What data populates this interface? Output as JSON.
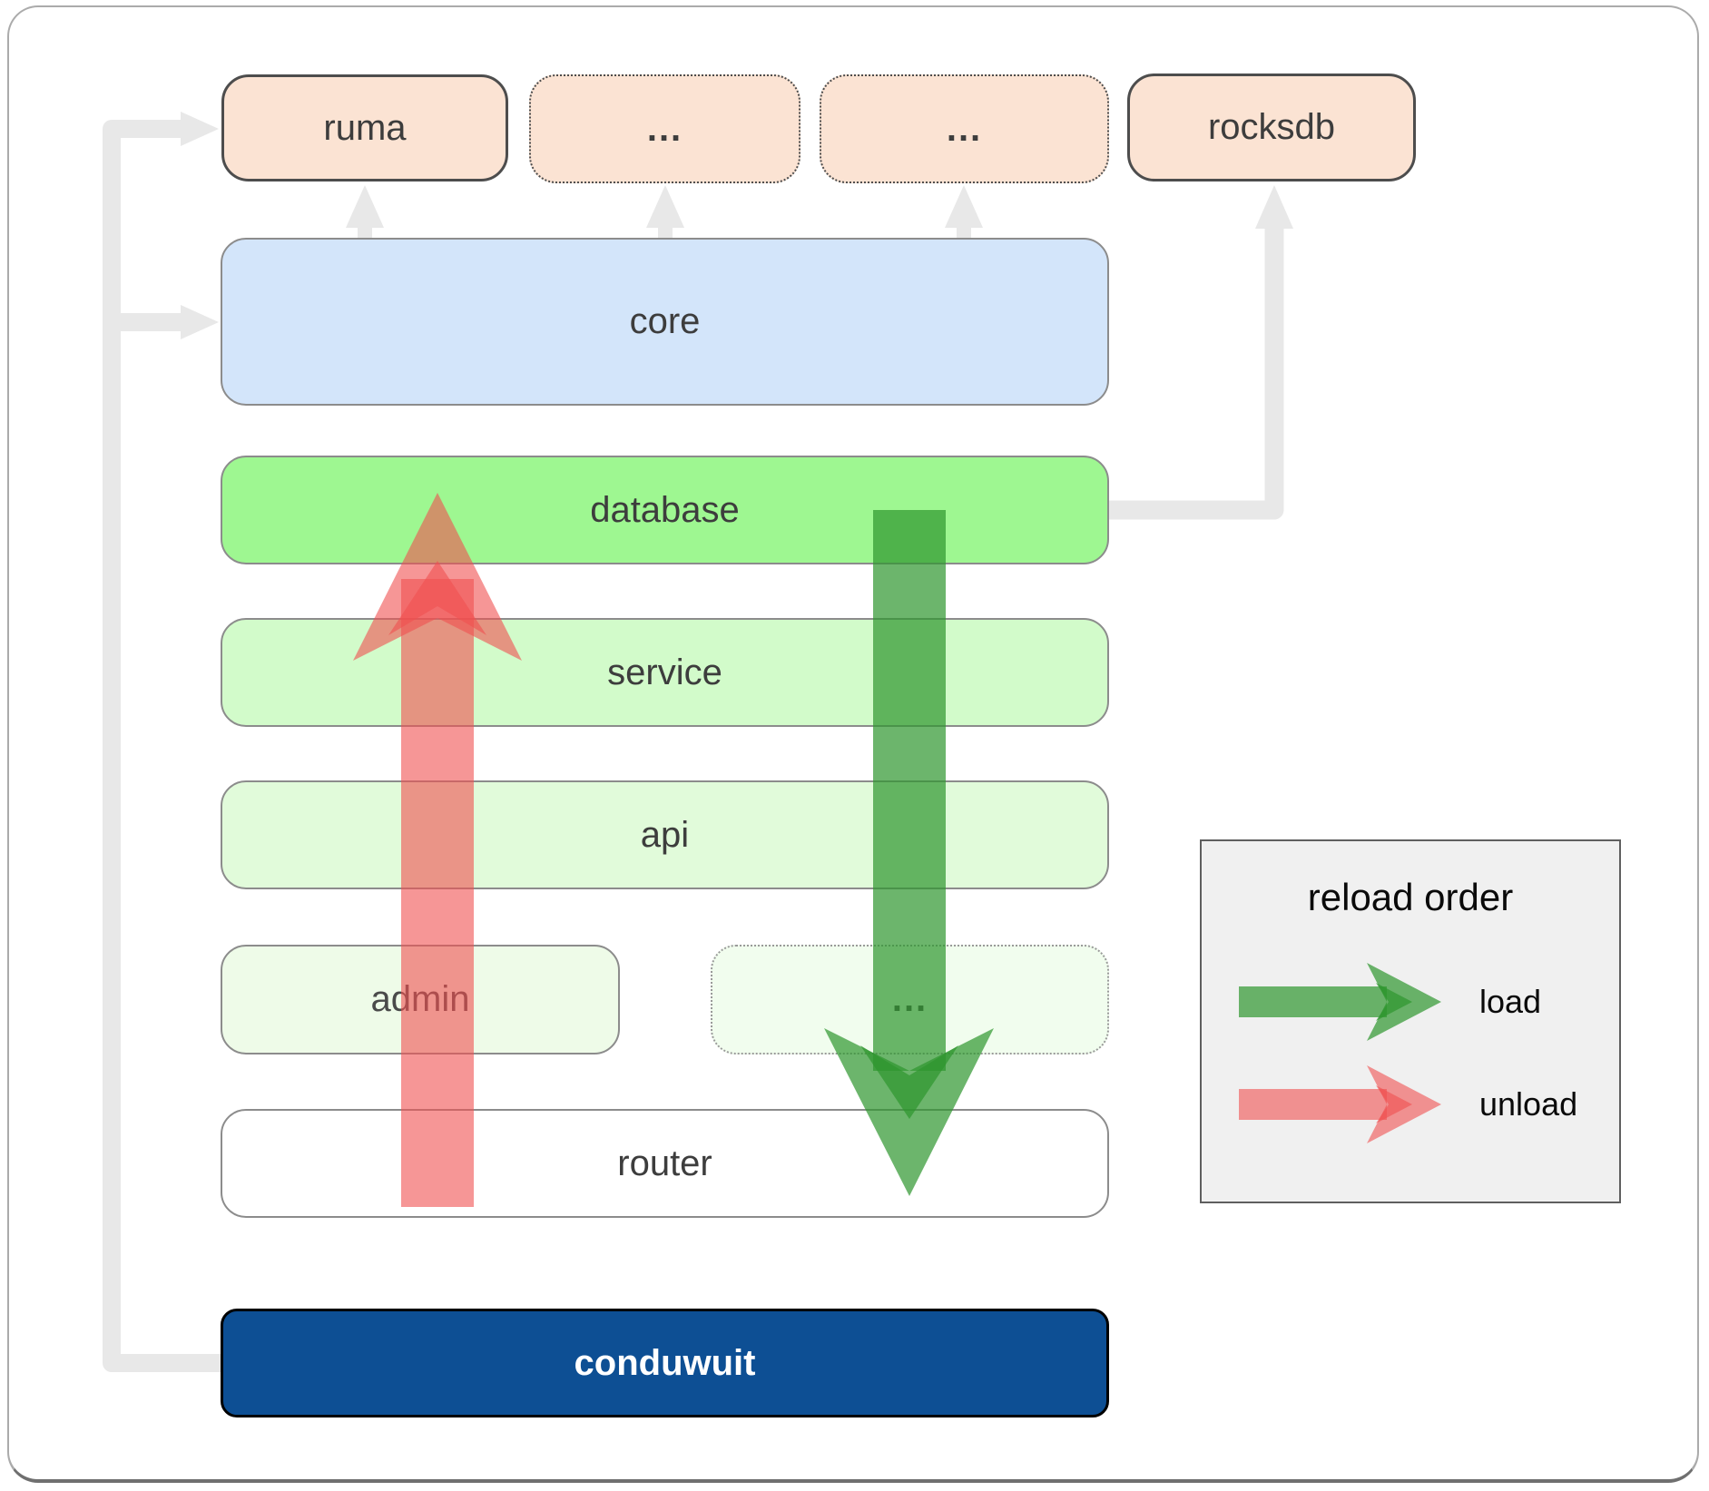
{
  "nodes": {
    "ruma": "ruma",
    "dots_top_1": "...",
    "dots_top_2": "...",
    "rocksdb": "rocksdb",
    "core": "core",
    "database": "database",
    "service": "service",
    "api": "api",
    "admin": "admin",
    "dots_bottom": "...",
    "router": "router",
    "conduwuit": "conduwuit"
  },
  "legend": {
    "title": "reload order",
    "load_label": "load",
    "unload_label": "unload"
  },
  "colors": {
    "peach": "#fbe3d3",
    "core_blue": "#d3e5fa",
    "database_green": "#9ef791",
    "service_green": "#d2fbca",
    "api_green": "#e1fbda",
    "admin_green": "#eefbe8",
    "dots_green": "#f1fdee",
    "conduwuit_blue": "#0d4f94",
    "legend_gray": "#f0f0f0",
    "connector_gray": "#e8e8e8",
    "load_green": "rgba(46,150,46,0.7)",
    "unload_red": "rgba(240,80,80,0.6)"
  }
}
